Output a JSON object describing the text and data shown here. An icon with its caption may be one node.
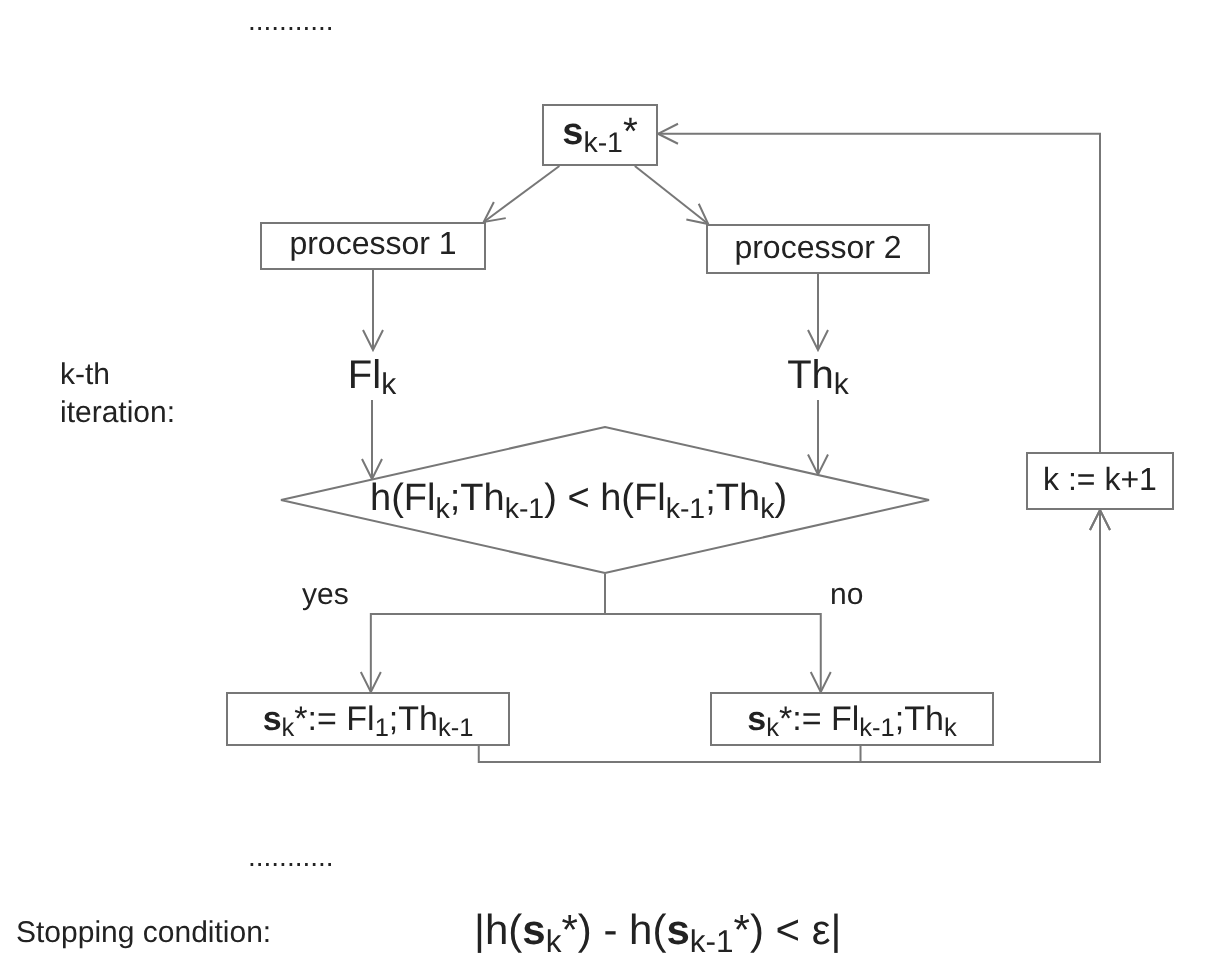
{
  "diagram": {
    "nodes": [
      {
        "text": [
          "**s**$_{k-1}$*"
        ]
      },
      {
        "text": [
          "processor 1"
        ]
      },
      {
        "text": [
          "processor 2"
        ]
      },
      {
        "text": [
          "Fl$_{k}$"
        ]
      },
      {
        "text": [
          "Th$_{k}$"
        ]
      },
      {
        "text": [
          "h(Fl$_{k}$;Th$_{k-1}$) < h(Fl$_{k-1}$;Th$_{k}$)"
        ]
      },
      {
        "text": [
          "**s**$_{k}$*:= Fl$_{1}$;Th$_{k-1}$"
        ]
      },
      {
        "text": [
          "**s**$_{k}$*:= Fl$_{k-1}$;Th$_{k}$"
        ]
      },
      {
        "text": [
          "k := k+1"
        ]
      }
    ],
    "edges": [
      {
        "from": 0,
        "to": 1,
        "arrow": "to"
      },
      {
        "from": 0,
        "to": 2,
        "arrow": "to"
      },
      {
        "from": 1,
        "to": 3,
        "arrow": "to"
      },
      {
        "from": 2,
        "to": 4,
        "arrow": "to"
      },
      {
        "from": 3,
        "to": 5,
        "arrow": "to"
      },
      {
        "from": 4,
        "to": 5,
        "arrow": "to"
      },
      {
        "from": 5,
        "to": 6,
        "label": "yes",
        "arrow": "to"
      },
      {
        "from": 5,
        "to": 7,
        "label": "no",
        "arrow": "to"
      },
      {
        "from": 6,
        "to": 8,
        "arrow": "to"
      },
      {
        "from": 7,
        "to": 8,
        "arrow": "to"
      },
      {
        "from": 8,
        "to": 0,
        "arrow": "to"
      }
    ],
    "labels": [
      "...........",
      "k-th iteration:",
      "...........",
      "Stopping condition:",
      "|h(**s**$_{k}$*) - h(**s**$_{k-1}$*) < ε|"
    ]
  }
}
